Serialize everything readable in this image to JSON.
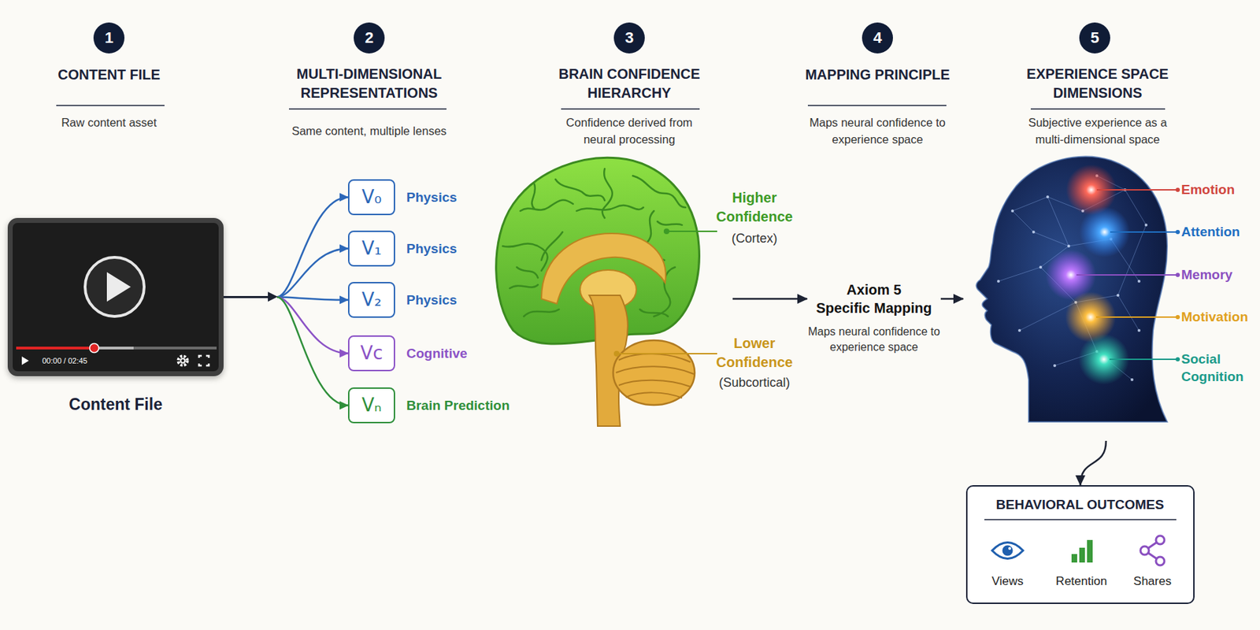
{
  "diagram": {
    "nodes": [
      {
        "text": [
          "1"
        ]
      },
      {
        "text": [
          "2"
        ]
      },
      {
        "text": [
          "3"
        ]
      },
      {
        "text": [
          "4"
        ]
      },
      {
        "text": [
          "5"
        ]
      },
      {
        "text": [
          "00:00 / 02:45",
          "Content File"
        ]
      },
      {
        "text": [
          "V₀",
          "Physics"
        ]
      },
      {
        "text": [
          "V₁",
          "Physics"
        ]
      },
      {
        "text": [
          "V₂",
          "Physics"
        ]
      },
      {
        "text": [
          "Vc",
          "Cognitive"
        ]
      },
      {
        "text": [
          "Vₙ",
          "Brain Prediction"
        ]
      },
      {
        "text": [
          "Higher Confidence",
          "(Cortex)",
          "Lower Confidence",
          "(Subcortical)"
        ]
      },
      {
        "text": [
          "Axiom 5 Specific Mapping",
          "Maps neural confidence to experience space"
        ]
      },
      {
        "text": [
          "Emotion",
          "Attention",
          "Memory",
          "Motivation",
          "Social Cognition"
        ]
      },
      {
        "text": [
          "BEHAVIORAL OUTCOMES",
          "Views",
          "Retention",
          "Shares"
        ]
      }
    ],
    "edges": [
      {
        "from": 5,
        "to": 6,
        "arrow": "to"
      },
      {
        "from": 5,
        "to": 7,
        "arrow": "to"
      },
      {
        "from": 5,
        "to": 8,
        "arrow": "to"
      },
      {
        "from": 5,
        "to": 9,
        "arrow": "to"
      },
      {
        "from": 5,
        "to": 10,
        "arrow": "to"
      },
      {
        "from": 11,
        "to": 12,
        "arrow": "to"
      },
      {
        "from": 12,
        "to": 13,
        "arrow": "to"
      },
      {
        "from": 13,
        "to": 14,
        "arrow": "to"
      }
    ],
    "labels": [
      "CONTENT FILE",
      "Raw content asset",
      "MULTI-DIMENSIONAL REPRESENTATIONS",
      "Same content, multiple lenses",
      "BRAIN CONFIDENCE HIERARCHY",
      "Confidence derived from neural processing",
      "MAPPING PRINCIPLE",
      "Maps neural confidence to experience space",
      "EXPERIENCE SPACE DIMENSIONS",
      "Subjective experience as a multi-dimensional space"
    ]
  }
}
